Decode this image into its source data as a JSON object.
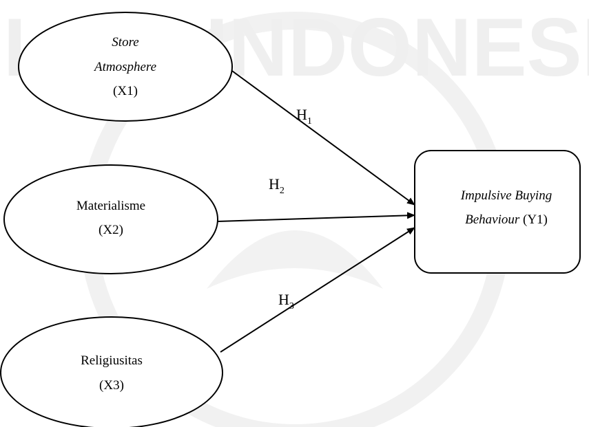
{
  "watermark": {
    "text": "ISLAM INDONESIA",
    "color": "#efefef"
  },
  "nodes": {
    "x1": {
      "line1": "Store",
      "line2": "Atmosphere",
      "line3": "(X1)"
    },
    "x2": {
      "line1": "Materialisme",
      "line2": "(X2)"
    },
    "x3": {
      "line1": "Religiusitas",
      "line2": "(X3)"
    },
    "y1": {
      "line1": "Impulsive Buying",
      "line2_italic": "Behaviour",
      "line2_plain": " (Y1)"
    }
  },
  "edges": {
    "h1": {
      "main": "H",
      "sub": "1"
    },
    "h2": {
      "main": "H",
      "sub": "2"
    },
    "h3": {
      "main": "H",
      "sub": "3"
    }
  },
  "colors": {
    "stroke": "#000000",
    "fill": "#ffffff",
    "watermark": "#efefef"
  }
}
